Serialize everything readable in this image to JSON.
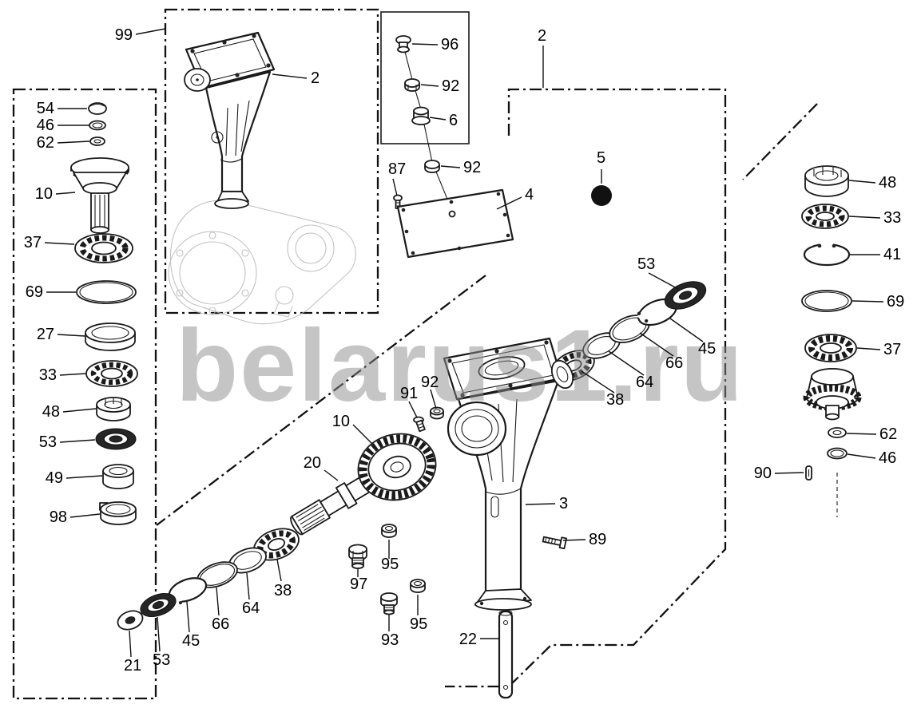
{
  "colors": {
    "line": "#1a1a1a",
    "watermark": "#8c8c8c",
    "background": "#ffffff"
  },
  "watermark": {
    "text": "belarus1.ru"
  },
  "callouts": {
    "top_left": [
      "99",
      "2"
    ],
    "breather_group": [
      "96",
      "92",
      "6"
    ],
    "main_group_label": "2",
    "cover_group": [
      "87",
      "92",
      "4"
    ],
    "plug_5": "5",
    "left_stack": [
      "54",
      "46",
      "62",
      "10",
      "37",
      "69",
      "27",
      "33",
      "48",
      "53",
      "49",
      "98"
    ],
    "right_stack": [
      "48",
      "33",
      "41",
      "69",
      "37",
      "62",
      "46",
      "90"
    ],
    "upper_ring_set": [
      "53",
      "45",
      "66",
      "64",
      "38"
    ],
    "input_set": [
      "92",
      "91",
      "10",
      "20"
    ],
    "housing_label": "3",
    "bolt_89": "89",
    "lower_ring_set": [
      "38",
      "64",
      "66",
      "45",
      "53",
      "21"
    ],
    "plugs": [
      "95",
      "97",
      "93",
      "95"
    ],
    "shaft_label": "22"
  }
}
